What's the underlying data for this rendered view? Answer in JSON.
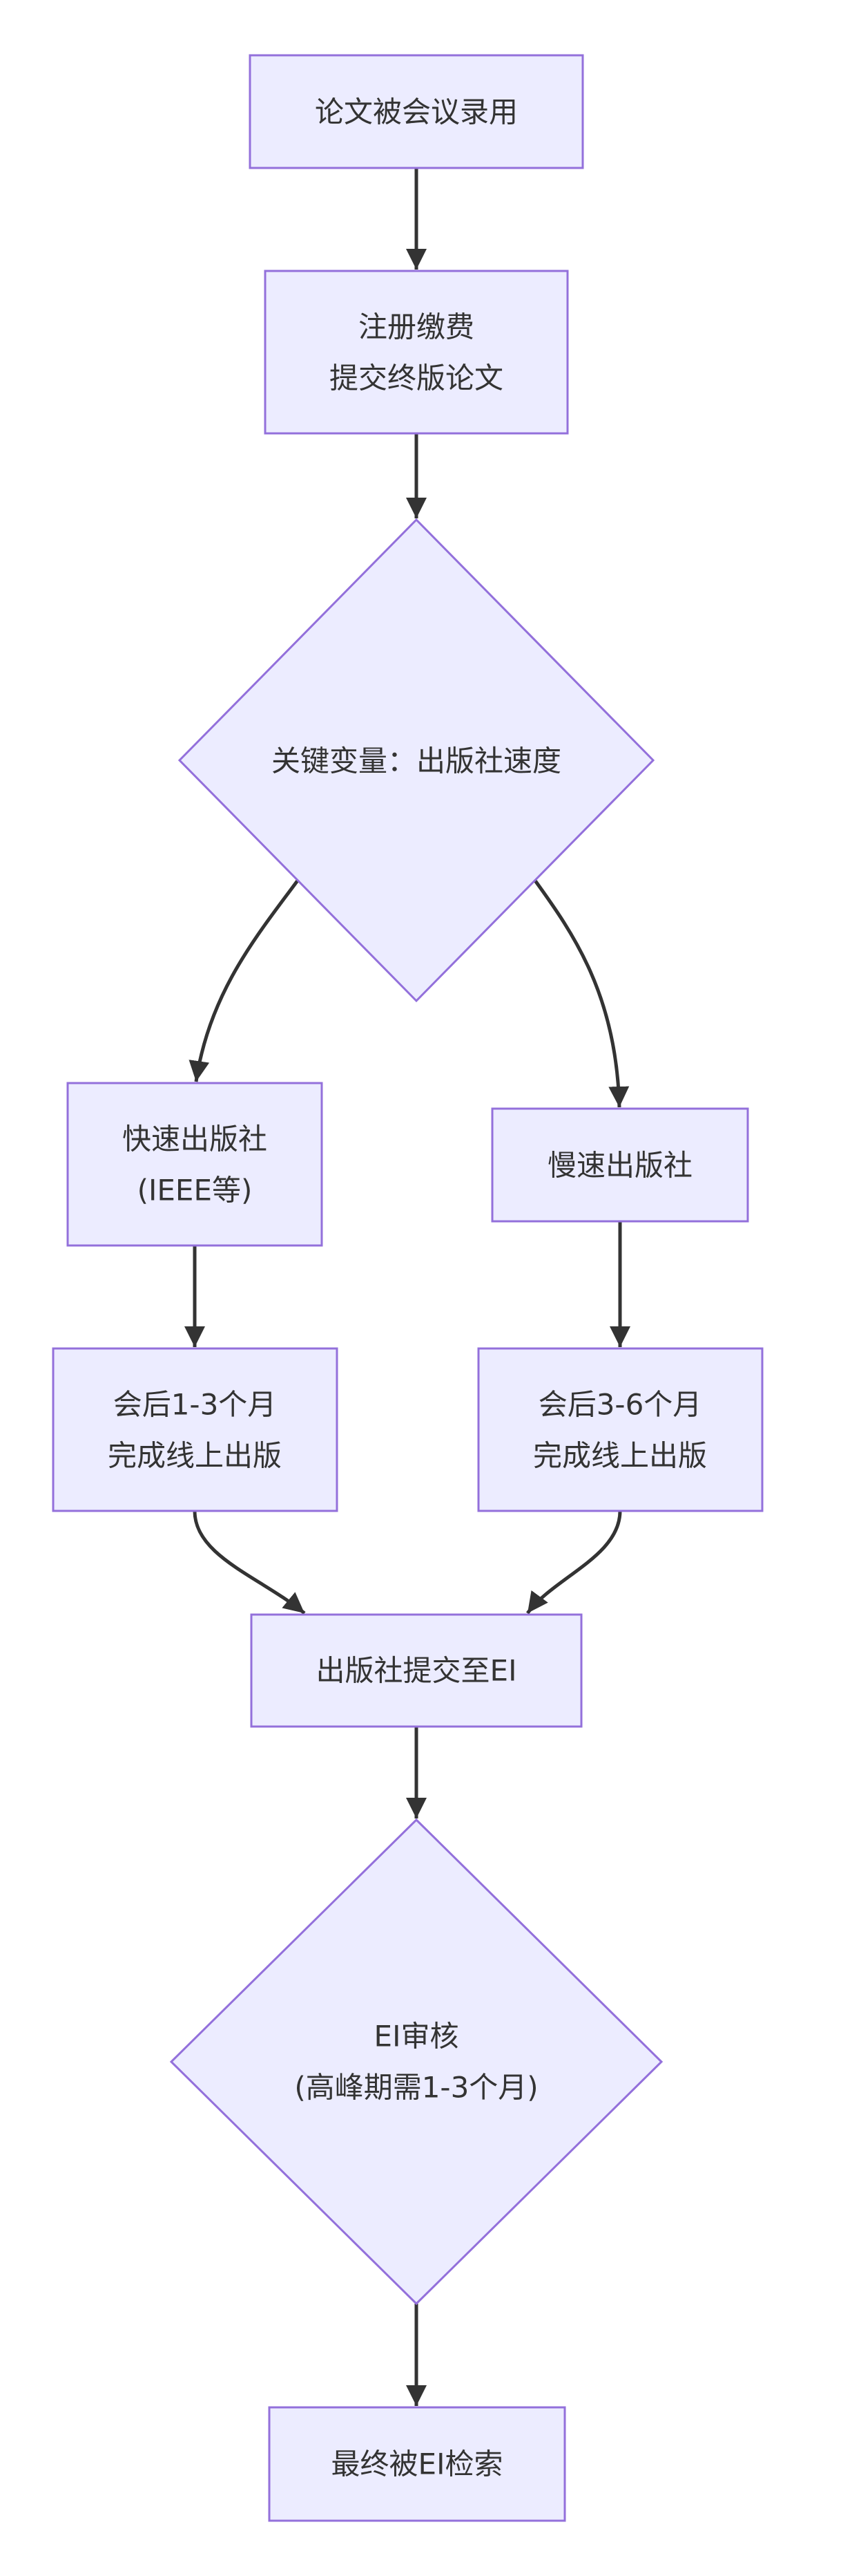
{
  "colors": {
    "background": "#ffffff",
    "node_fill": "#ececff",
    "node_border": "#9370db",
    "edge": "#333333",
    "text": "#333333"
  },
  "flowchart": {
    "nodes": {
      "accepted": {
        "label": "论文被会议录用"
      },
      "register": {
        "line1": "注册缴费",
        "line2": "提交终版论文"
      },
      "publisher_speed": {
        "label": "关键变量：出版社速度"
      },
      "fast_publisher": {
        "line1": "快速出版社",
        "line2": "(IEEE等)"
      },
      "slow_publisher": {
        "label": "慢速出版社"
      },
      "fast_timeline": {
        "line1": "会后1-3个月",
        "line2": "完成线上出版"
      },
      "slow_timeline": {
        "line1": "会后3-6个月",
        "line2": "完成线上出版"
      },
      "submit_to_ei": {
        "label": "出版社提交至EI"
      },
      "ei_review": {
        "line1": "EI审核",
        "line2": "(高峰期需1-3个月)"
      },
      "indexed": {
        "label": "最终被EI检索"
      }
    }
  }
}
